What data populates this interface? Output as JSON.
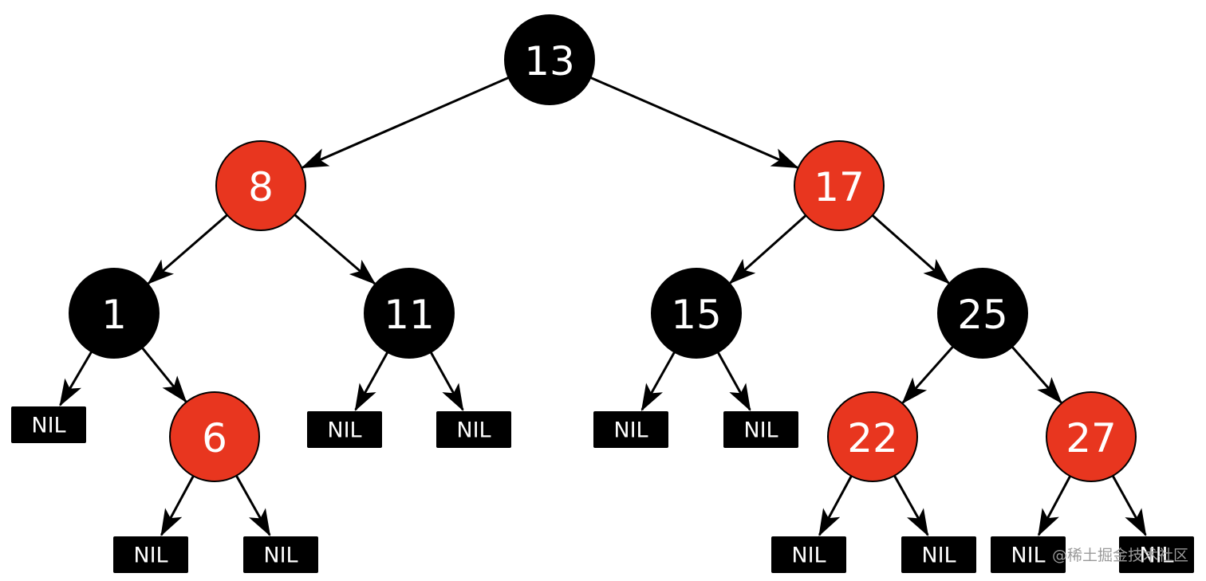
{
  "diagram": {
    "type": "red-black-tree",
    "colors": {
      "black_node": "#000000",
      "red_node": "#e8361f",
      "nil_leaf": "#000000",
      "edge": "#000000",
      "label": "#ffffff"
    },
    "nodes": [
      {
        "id": "n13",
        "label": "13",
        "color": "black"
      },
      {
        "id": "n8",
        "label": "8",
        "color": "red"
      },
      {
        "id": "n17",
        "label": "17",
        "color": "red"
      },
      {
        "id": "n1",
        "label": "1",
        "color": "black"
      },
      {
        "id": "n11",
        "label": "11",
        "color": "black"
      },
      {
        "id": "n15",
        "label": "15",
        "color": "black"
      },
      {
        "id": "n25",
        "label": "25",
        "color": "black"
      },
      {
        "id": "n6",
        "label": "6",
        "color": "red"
      },
      {
        "id": "n22",
        "label": "22",
        "color": "red"
      },
      {
        "id": "n27",
        "label": "27",
        "color": "red"
      }
    ],
    "nil_label": "NIL",
    "nil_leaves": [
      {
        "id": "nil-1-left",
        "parent": "n1"
      },
      {
        "id": "nil-6-left",
        "parent": "n6"
      },
      {
        "id": "nil-6-right",
        "parent": "n6"
      },
      {
        "id": "nil-11-left",
        "parent": "n11"
      },
      {
        "id": "nil-11-right",
        "parent": "n11"
      },
      {
        "id": "nil-15-left",
        "parent": "n15"
      },
      {
        "id": "nil-15-right",
        "parent": "n15"
      },
      {
        "id": "nil-22-left",
        "parent": "n22"
      },
      {
        "id": "nil-22-right",
        "parent": "n22"
      },
      {
        "id": "nil-27-left",
        "parent": "n27"
      },
      {
        "id": "nil-27-right",
        "parent": "n27"
      }
    ],
    "edges": [
      {
        "from": "n13",
        "to": "n8"
      },
      {
        "from": "n13",
        "to": "n17"
      },
      {
        "from": "n8",
        "to": "n1"
      },
      {
        "from": "n8",
        "to": "n11"
      },
      {
        "from": "n17",
        "to": "n15"
      },
      {
        "from": "n17",
        "to": "n25"
      },
      {
        "from": "n1",
        "to": "nil-1-left"
      },
      {
        "from": "n1",
        "to": "n6"
      },
      {
        "from": "n6",
        "to": "nil-6-left"
      },
      {
        "from": "n6",
        "to": "nil-6-right"
      },
      {
        "from": "n11",
        "to": "nil-11-left"
      },
      {
        "from": "n11",
        "to": "nil-11-right"
      },
      {
        "from": "n15",
        "to": "nil-15-left"
      },
      {
        "from": "n15",
        "to": "nil-15-right"
      },
      {
        "from": "n25",
        "to": "n22"
      },
      {
        "from": "n25",
        "to": "n27"
      },
      {
        "from": "n22",
        "to": "nil-22-left"
      },
      {
        "from": "n22",
        "to": "nil-22-right"
      },
      {
        "from": "n27",
        "to": "nil-27-left"
      },
      {
        "from": "n27",
        "to": "nil-27-right"
      }
    ]
  },
  "watermark": {
    "text": "@稀土掘金技术社区"
  }
}
